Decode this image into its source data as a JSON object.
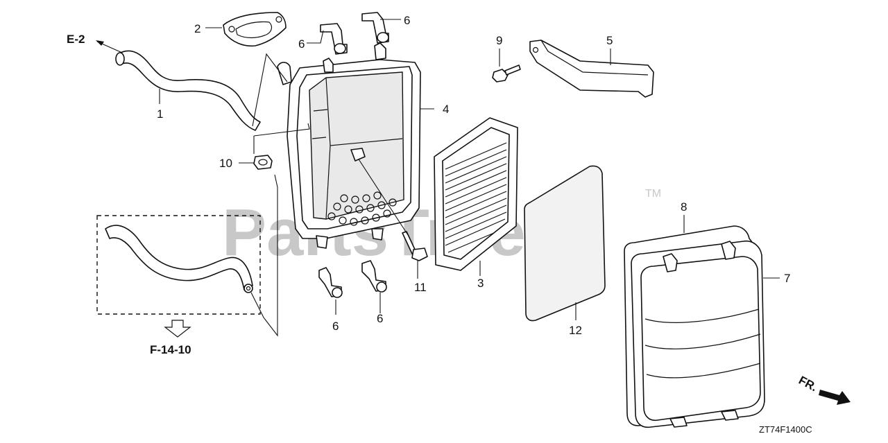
{
  "watermark": {
    "text": "PartsTree",
    "trademark": "TM"
  },
  "references": {
    "upper": "E-2",
    "lower": "F-14-10"
  },
  "diagram_code": "ZT74F1400C",
  "direction_label": "FR.",
  "callouts": [
    {
      "id": "c1",
      "label": "1"
    },
    {
      "id": "c2",
      "label": "2"
    },
    {
      "id": "c3",
      "label": "3"
    },
    {
      "id": "c4",
      "label": "4"
    },
    {
      "id": "c5",
      "label": "5"
    },
    {
      "id": "c6a",
      "label": "6"
    },
    {
      "id": "c6b",
      "label": "6"
    },
    {
      "id": "c6c",
      "label": "6"
    },
    {
      "id": "c6d",
      "label": "6"
    },
    {
      "id": "c7",
      "label": "7"
    },
    {
      "id": "c8",
      "label": "8"
    },
    {
      "id": "c9",
      "label": "9"
    },
    {
      "id": "c10",
      "label": "10"
    },
    {
      "id": "c11",
      "label": "11"
    },
    {
      "id": "c12",
      "label": "12"
    }
  ]
}
